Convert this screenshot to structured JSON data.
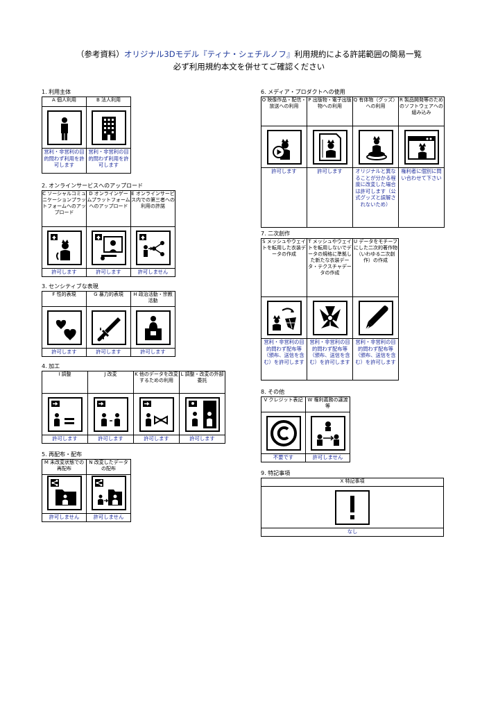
{
  "title": {
    "prefix": "（参考資料）",
    "product": "オリジナル3Dモデル『ティナ・シェチルノフ』",
    "suffix": "利用規約による許諾範囲の簡易一覧",
    "line2": "必ず利用規約本文を併せてご確認ください"
  },
  "sections": {
    "s1": {
      "label": "1. 利用主体",
      "items": [
        {
          "header": "A 個人利用",
          "icon": "person-icon",
          "value": "営利・非営利の目的問わず利用を許可します"
        },
        {
          "header": "B 法人利用",
          "icon": "building-icon",
          "value": "営利・非営利の目的問わず利用を許可します"
        }
      ]
    },
    "s2": {
      "label": "2. オンラインサービスへのアップロード",
      "items": [
        {
          "header": "C ソーシャルコミュニケーションプラットフォームへのアップロード",
          "icon": "upload-cat-icon",
          "value": "許可します"
        },
        {
          "header": "D オンラインゲームプラットフォームへのアップロード",
          "icon": "upload-game-icon",
          "value": "許可します"
        },
        {
          "header": "E オンラインサービス内での第三者への利用の許諾",
          "icon": "upload-share-icon",
          "value": "許可しません"
        }
      ]
    },
    "s3": {
      "label": "3. センシティブな表現",
      "items": [
        {
          "header": "F 性的表現",
          "icon": "hearts-icon",
          "value": "許可します"
        },
        {
          "header": "G 暴力的表現",
          "icon": "knife-icon",
          "value": "許可します"
        },
        {
          "header": "H 政治活動・宗教活動",
          "icon": "podium-icon",
          "value": "許可します"
        }
      ]
    },
    "s4": {
      "label": "4. 加工",
      "items": [
        {
          "header": "I 調整",
          "icon": "adjust-icon",
          "value": "許可します"
        },
        {
          "header": "J 改変",
          "icon": "modify-icon",
          "value": "許可します"
        },
        {
          "header": "K 他のデータを改変するための利用",
          "icon": "bow-icon",
          "value": "許可します"
        },
        {
          "header": "L 調整・改変の外部委託",
          "icon": "outsource-icon",
          "value": "許可します"
        }
      ]
    },
    "s5": {
      "label": "5. 再配布・配布",
      "items": [
        {
          "header": "M 未改変状態での再配布",
          "icon": "share-folder-icon",
          "value": "許可しません"
        },
        {
          "header": "N 改変したデータの配布",
          "icon": "share-modified-icon",
          "value": "許可しません"
        }
      ]
    },
    "s6": {
      "label": "6. メディア・プロダクトへの使用",
      "items": [
        {
          "header": "O 映像作品・配信・放送への利用",
          "icon": "video-icon",
          "value": "許可します"
        },
        {
          "header": "P 出版物・電子出版物への利用",
          "icon": "document-icon",
          "value": "許可します"
        },
        {
          "header": "Q 有体物（グッズ）への利用",
          "icon": "figure-icon",
          "value": "オリジナルと異なることが分かる程度に改変した場合は許可します（公式グッズと誤解されないため）"
        },
        {
          "header": "R 製品開発等のためのソフトウェアへの組み込み",
          "icon": "software-icon",
          "value": "権利者に個別に問い合わせて下さい"
        }
      ]
    },
    "s7": {
      "label": "7. 二次創作",
      "items": [
        {
          "header": "S メッシュやウェイトを転用した衣装データの作成",
          "icon": "mesh-icon",
          "value": "営利・非営利の目的問わず配布等（頒布、送信を含む）を許可します"
        },
        {
          "header": "T メッシュやウェイトを転用しないでデータの規格に準拠した新たな衣装データ・テクスチャデータの作成",
          "icon": "ribbon-icon",
          "value": "営利・非営利の目的問わず配布等（頒布、送信を含む）を許可します"
        },
        {
          "header": "U データをモチーフにした二次的著作物（いわゆる二次創作）の作成",
          "icon": "pen-icon",
          "value": "営利・非営利の目的問わず配布等（頒布、送信を含む）を許可します"
        }
      ]
    },
    "s8": {
      "label": "8. その他",
      "items": [
        {
          "header": "V クレジット表記",
          "icon": "copyright-icon",
          "value": "不要です"
        },
        {
          "header": "W 権利義務の譲渡等",
          "icon": "transfer-icon",
          "value": "許可しません"
        }
      ]
    },
    "s9": {
      "label": "9. 特記事項",
      "items": [
        {
          "header": "X 特記事項",
          "icon": "exclamation-icon",
          "value": "なし"
        }
      ]
    }
  },
  "colors": {
    "value_text": "#22309e",
    "title_blue": "#1f3a9c"
  }
}
